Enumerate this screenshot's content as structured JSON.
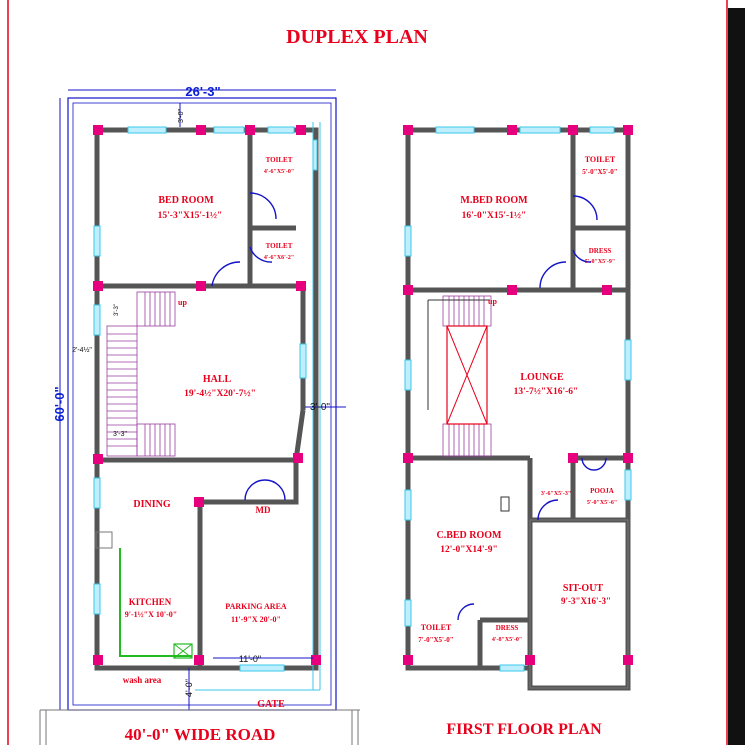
{
  "title": "DUPLEX PLAN",
  "ground": {
    "width_dim": "26'-3\"",
    "top_dim": "3'-0\"",
    "depth_dim": "60'-0\"",
    "stair_w1": "3'-3\"",
    "stair_w2": "3'-3\"",
    "side_dim": "2'-4½\"",
    "side_dim_right": "3'-0\"",
    "parking_width": "11'-0\"",
    "front_dim": "4'-0\"",
    "rooms": {
      "bed_name": "BED ROOM",
      "bed_size": "15'-3\"X15'-1½\"",
      "toilet1_name": "TOILET",
      "toilet1_size": "4'-6\"X5'-0\"",
      "toilet2_name": "TOILET",
      "toilet2_size": "4'-6\"X6'-2\"",
      "hall_name": "HALL",
      "hall_size": "19'-4½\"X20'-7½\"",
      "dining_name": "DINING",
      "kitchen_name": "KITCHEN",
      "kitchen_size": "9'-1½\"X 10'-0\"",
      "parking_name": "PARKING AREA",
      "parking_size": "11'-9\"X 20'-0\"",
      "md": "MD",
      "wash": "wash area",
      "gate": "GATE",
      "up": "up"
    },
    "road_label": "40'-0\" WIDE ROAD"
  },
  "first": {
    "rooms": {
      "mbed_name": "M.BED ROOM",
      "mbed_size": "16'-0\"X15'-1½\"",
      "toilet_name": "TOILET",
      "toilet_size": "5'-0\"X5'-0\"",
      "dress_name": "DRESS",
      "dress_size": "5'-0\"X5'-9\"",
      "lounge_name": "LOUNGE",
      "lounge_size": "13'-7½\"X16'-6\"",
      "pooja_name": "POOJA",
      "pooja_size": "5'-0\"X5'-6\"",
      "pooja_dim": "3'-6\"X5'-3\"",
      "cbed_name": "C.BED ROOM",
      "cbed_size": "12'-0\"X14'-9\"",
      "sitout_name": "SIT-OUT",
      "sitout_size": "9'-3\"X16'-3\"",
      "toilet2_name": "TOILET",
      "toilet2_size": "7'-0\"X5'-0\"",
      "dress2_name": "DRESS",
      "dress2_size": "4'-8\"X5'-0\"",
      "up": "up"
    },
    "label": "FIRST FLOOR PLAN"
  },
  "colors": {
    "wall": "#555555",
    "column": "#e6007e",
    "text": "#e8001c",
    "dim": "#0a1fd6",
    "window": "#38c8e8",
    "stair": "#9a3fa0",
    "door": "#1414c8",
    "kitchen": "#22bb22"
  }
}
